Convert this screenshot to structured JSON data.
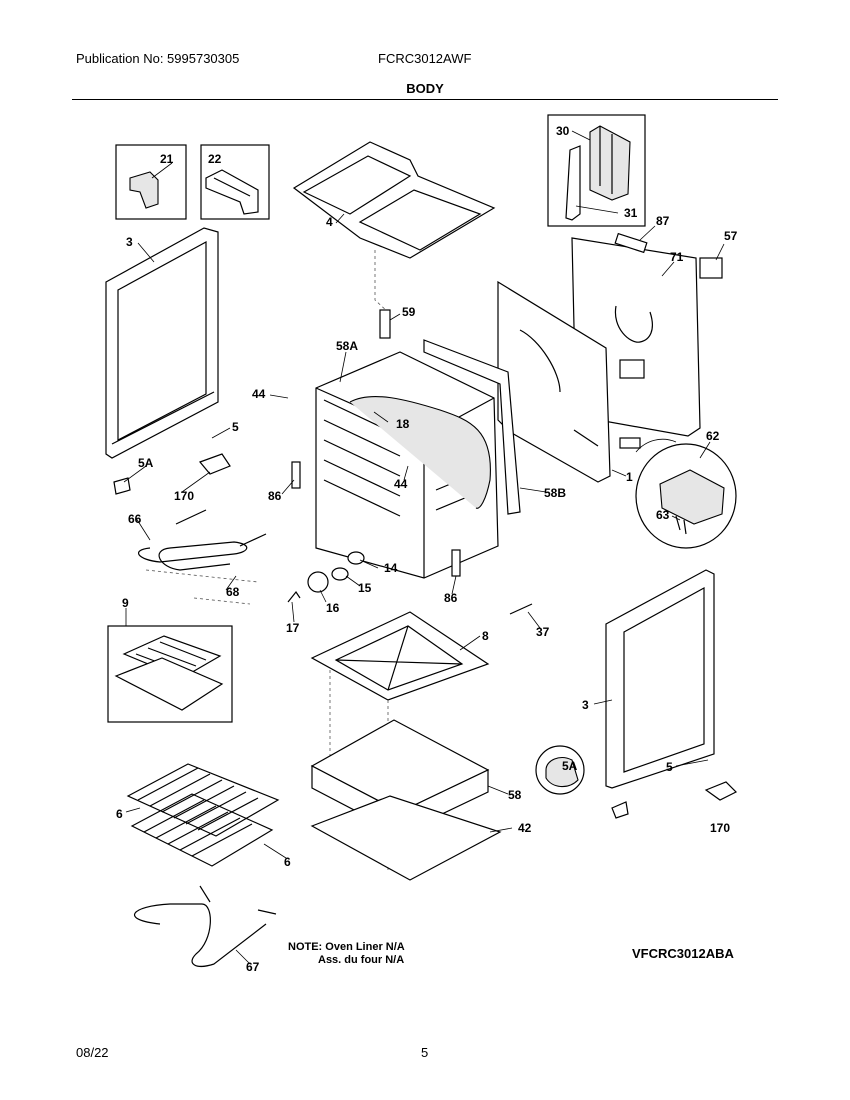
{
  "header": {
    "publication": "Publication No: 5995730305",
    "model": "FCRC3012AWF",
    "section_title": "BODY"
  },
  "footer": {
    "date": "08/22",
    "page_number": "5"
  },
  "diagram": {
    "note_line1": "NOTE: Oven Liner N/A",
    "note_line2": "Ass. du four N/A",
    "drawing_code": "VFCRC3012ABA",
    "callouts": {
      "c21": "21",
      "c22": "22",
      "c30": "30",
      "c31": "31",
      "c3a": "3",
      "c3b": "3",
      "c4": "4",
      "c87": "87",
      "c57": "57",
      "c71": "71",
      "c59": "59",
      "c58A": "58A",
      "c44a": "44",
      "c44b": "44",
      "c18": "18",
      "c5a": "5",
      "c5b": "5",
      "c5Aa": "5A",
      "c5Ab": "5A",
      "c170a": "170",
      "c170b": "170",
      "c62": "62",
      "c1": "1",
      "c63": "63",
      "c86a": "86",
      "c86b": "86",
      "c58B": "58B",
      "c66": "66",
      "c68": "68",
      "c14": "14",
      "c15": "15",
      "c16": "16",
      "c17": "17",
      "c9": "9",
      "c37": "37",
      "c8": "8",
      "c58": "58",
      "c42": "42",
      "c6a": "6",
      "c6b": "6",
      "c67": "67"
    }
  }
}
